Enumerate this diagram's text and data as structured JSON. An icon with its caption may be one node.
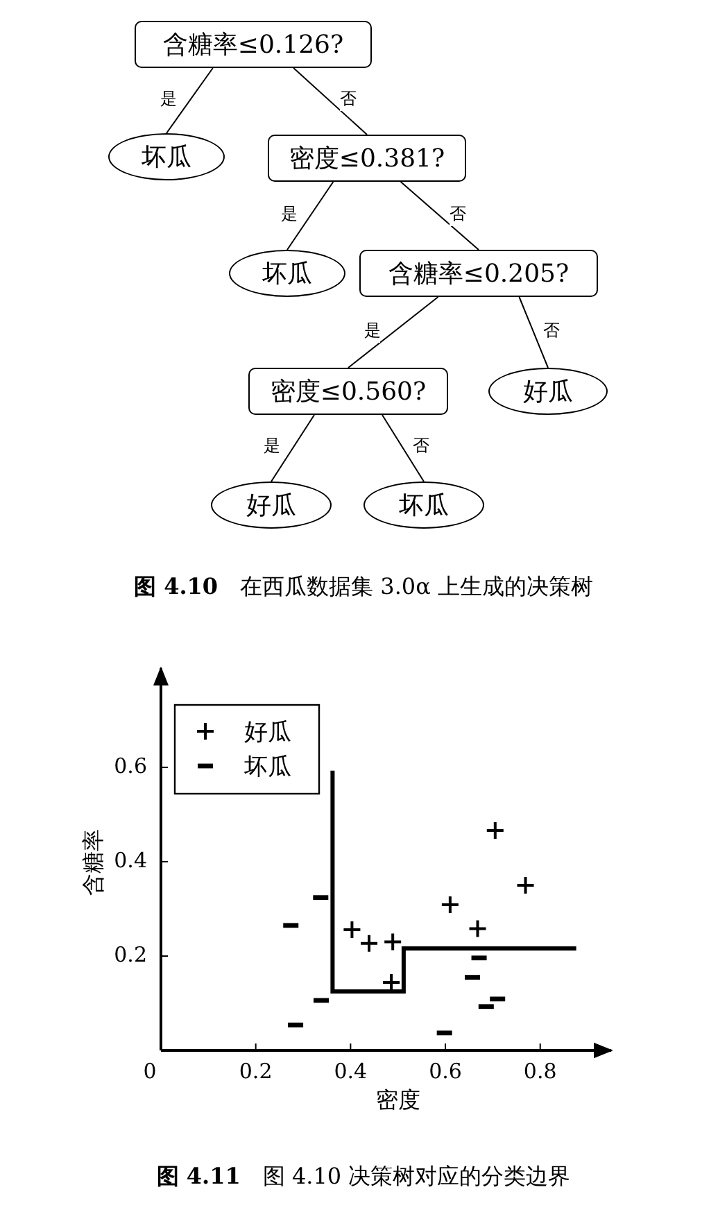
{
  "diagram": {
    "nodes": [
      {
        "text": [
          "含糖率≤0.126?"
        ]
      },
      {
        "text": [
          "坏瓜"
        ]
      },
      {
        "text": [
          "密度≤0.381?"
        ]
      },
      {
        "text": [
          "坏瓜"
        ]
      },
      {
        "text": [
          "含糖率≤0.205?"
        ]
      },
      {
        "text": [
          "密度≤0.560?"
        ]
      },
      {
        "text": [
          "好瓜"
        ]
      },
      {
        "text": [
          "好瓜"
        ]
      },
      {
        "text": [
          "坏瓜"
        ]
      }
    ],
    "edges": [
      {
        "from": 0,
        "to": 1,
        "arrow": "none",
        "label": "是"
      },
      {
        "from": 0,
        "to": 2,
        "arrow": "none",
        "label": "否"
      },
      {
        "from": 2,
        "to": 3,
        "arrow": "none",
        "label": "是"
      },
      {
        "from": 2,
        "to": 4,
        "arrow": "none",
        "label": "否"
      },
      {
        "from": 4,
        "to": 5,
        "arrow": "none",
        "label": "是"
      },
      {
        "from": 4,
        "to": 6,
        "arrow": "none",
        "label": "否"
      },
      {
        "from": 5,
        "to": 7,
        "arrow": "none",
        "label": "是"
      },
      {
        "from": 5,
        "to": 8,
        "arrow": "none",
        "label": "否"
      }
    ],
    "labels": [
      "**图 4.10**　在西瓜数据集 3.0α 上生成的决策树",
      "**图 4.11**　图 4.10 决策树对应的分类边界"
    ],
    "chart_data": {
      "type": "scatter",
      "xlabel": "密度",
      "ylabel": "含糖率",
      "xlim": [
        0,
        0.95
      ],
      "ylim": [
        0,
        0.81
      ],
      "legend": "upper left",
      "xticks": [
        {
          "value": 0,
          "label": "0"
        },
        0.2,
        0.4,
        0.6,
        0.8
      ],
      "yticks": [
        0.2,
        0.4,
        0.6
      ],
      "series": [
        {
          "name": "好瓜",
          "color": "#000000",
          "x": [
            0.403,
            0.439,
            0.489,
            0.486,
            0.61,
            0.668,
            0.705,
            0.769
          ],
          "values": [
            0.256,
            0.227,
            0.23,
            0.144,
            0.309,
            0.258,
            0.466,
            0.35
          ]
        },
        {
          "name": "坏瓜",
          "color": "#000000",
          "x": [
            0.274,
            0.337,
            0.338,
            0.284,
            0.671,
            0.657,
            0.686,
            0.71,
            0.598
          ],
          "values": [
            0.265,
            0.324,
            0.106,
            0.054,
            0.196,
            0.155,
            0.093,
            0.109,
            0.037
          ]
        },
        {
          "type": "line",
          "color": "#000000",
          "x": [
            0.362,
            0.362,
            0.512,
            0.512,
            0.876
          ],
          "values": [
            0.593,
            0.125,
            0.125,
            0.216,
            0.216
          ]
        }
      ]
    }
  }
}
